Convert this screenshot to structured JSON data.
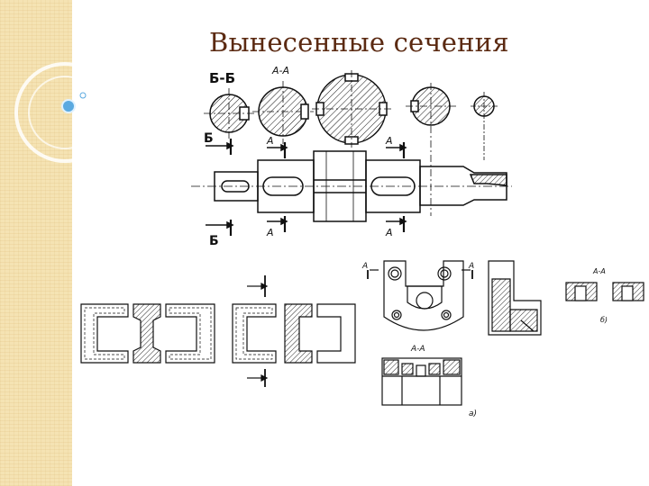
{
  "slide": {
    "title": "Вынесенные сечения"
  },
  "shaft_drawing": {
    "section_bb_label": "Б-Б",
    "section_aa_label": "А-А",
    "marker_b_top": "Б",
    "marker_b_bottom": "Б",
    "marker_a1_top": "А",
    "marker_a1_bottom": "А",
    "marker_a2_top": "А",
    "marker_a2_bottom": "А"
  },
  "bracket_drawing": {
    "marker_left": "А",
    "marker_right": "А",
    "section_label": "А-А",
    "view_label_a": "а)"
  },
  "small_sections": {
    "section_label": "А-А",
    "view_label_b": "б)"
  },
  "colors": {
    "title": "#5b2a12",
    "band": "#f5e3b3",
    "ring_accent": "#5aa9e0",
    "line": "#111111"
  }
}
